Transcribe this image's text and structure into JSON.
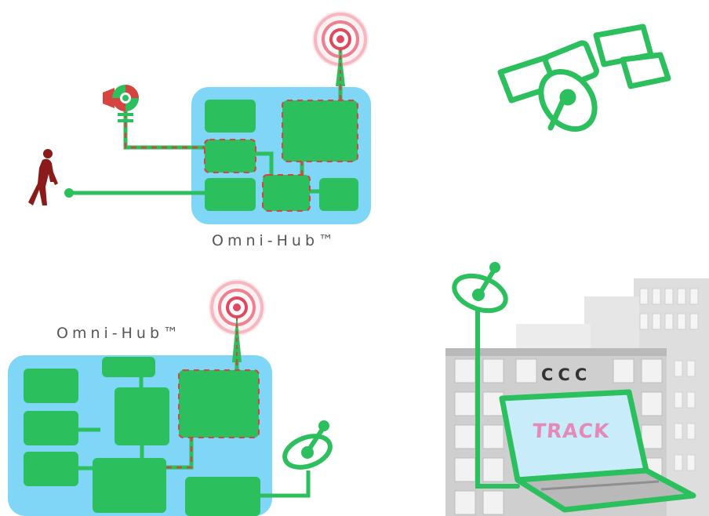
{
  "hub_top": {
    "label": "Omni-Hub™"
  },
  "hub_bottom": {
    "label": "Omni-Hub™"
  },
  "building": {
    "sign": "CCC"
  },
  "laptop": {
    "screen_text": "TRACK"
  },
  "colors": {
    "hub_panel": "#7fd6f7",
    "module": "#2bbf5e",
    "link_line": "#2bbf5e",
    "signal_dash": "#d7433f",
    "person": "#8b1a1a",
    "building": "#c9c9c9",
    "laptop_screen": "#c9ecfb"
  },
  "icons": [
    "satellite-icon",
    "person-icon",
    "camera-icon",
    "antenna-icon",
    "satellite-dish-icon",
    "laptop-icon",
    "building-icon"
  ]
}
